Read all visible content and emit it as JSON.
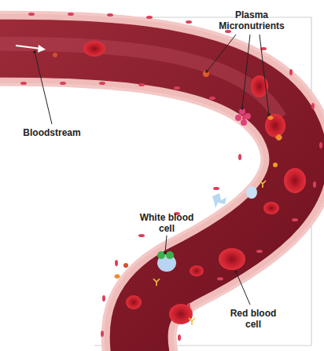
{
  "diagram": {
    "labels": [
      "Plasma Micronutrients",
      "Bloodstream",
      "White blood cell",
      "Red blood cell"
    ]
  }
}
